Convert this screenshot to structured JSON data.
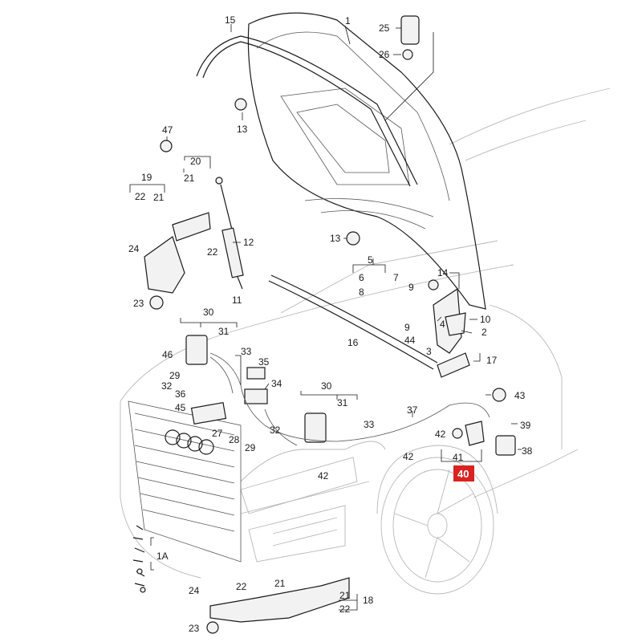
{
  "callouts": {
    "c1": "1",
    "c2": "2",
    "c3": "3",
    "c4": "4",
    "c5": "5",
    "c6": "6",
    "c7": "7",
    "c8": "8",
    "c9a": "9",
    "c9b": "9",
    "c10": "10",
    "c11": "11",
    "c12": "12",
    "c13a": "13",
    "c13b": "13",
    "c14": "14",
    "c15": "15",
    "c16": "16",
    "c17": "17",
    "c18": "18",
    "c19": "19",
    "c20": "20",
    "c21a": "21",
    "c21b": "21",
    "c21c": "21",
    "c21d": "21",
    "c22a": "22",
    "c22b": "22",
    "c22c": "22",
    "c22d": "22",
    "c23a": "23",
    "c23b": "23",
    "c24a": "24",
    "c24b": "24",
    "c25": "25",
    "c26": "26",
    "c27": "27",
    "c28": "28",
    "c29a": "29",
    "c29b": "29",
    "c30a": "30",
    "c30b": "30",
    "c31a": "31",
    "c31b": "31",
    "c32a": "32",
    "c32b": "32",
    "c33a": "33",
    "c33b": "33",
    "c34": "34",
    "c35": "35",
    "c36": "36",
    "c37": "37",
    "c38": "38",
    "c39": "39",
    "c40": "40",
    "c41": "41",
    "c42a": "42",
    "c42b": "42",
    "c42c": "42",
    "c43": "43",
    "c44": "44",
    "c45": "45",
    "c46": "46",
    "c47": "47",
    "c1A": "1A"
  },
  "highlight": {
    "callout": "40",
    "color": "#d8231f"
  }
}
